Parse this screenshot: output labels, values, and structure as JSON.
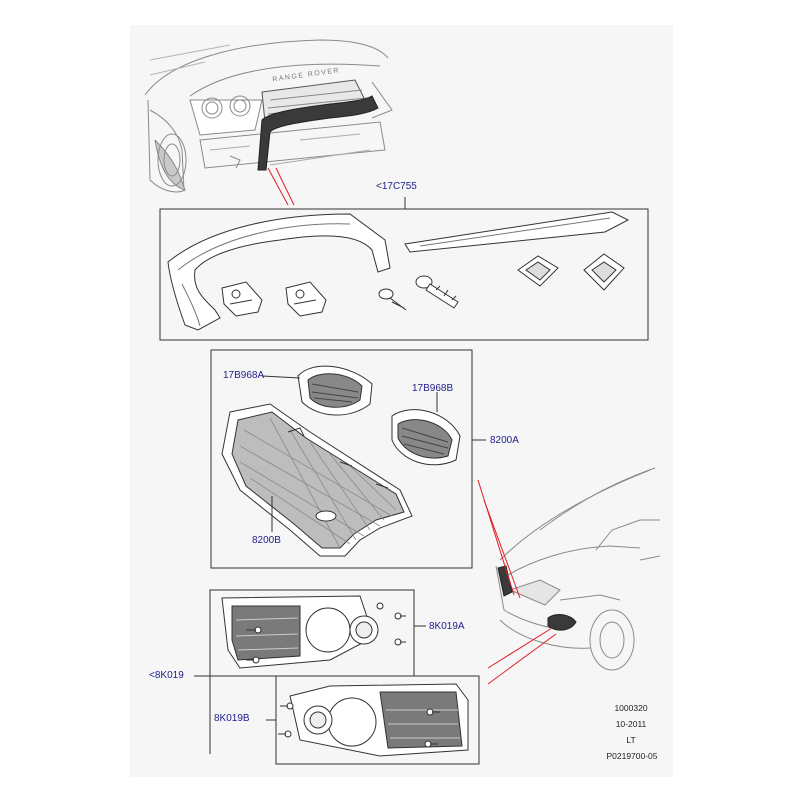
{
  "labels": {
    "assembly_17c755": "<17C755",
    "part_17b968a": "17B968A",
    "part_17b968b": "17B968B",
    "part_8200a": "8200A",
    "part_8200b": "8200B",
    "assembly_8k019": "<8K019",
    "part_8k019a": "8K019A",
    "part_8k019b": "8K019B"
  },
  "footer": {
    "code": "1000320",
    "date": "10-2011",
    "suffix": "LT",
    "reference": "P0219700-05"
  },
  "emblem": "RANGE ROVER",
  "colors": {
    "sheet_bg": "#f6f6f6",
    "label_blue": "#1e1e8c",
    "leader_red": "#e0202a",
    "line": "#333333"
  }
}
